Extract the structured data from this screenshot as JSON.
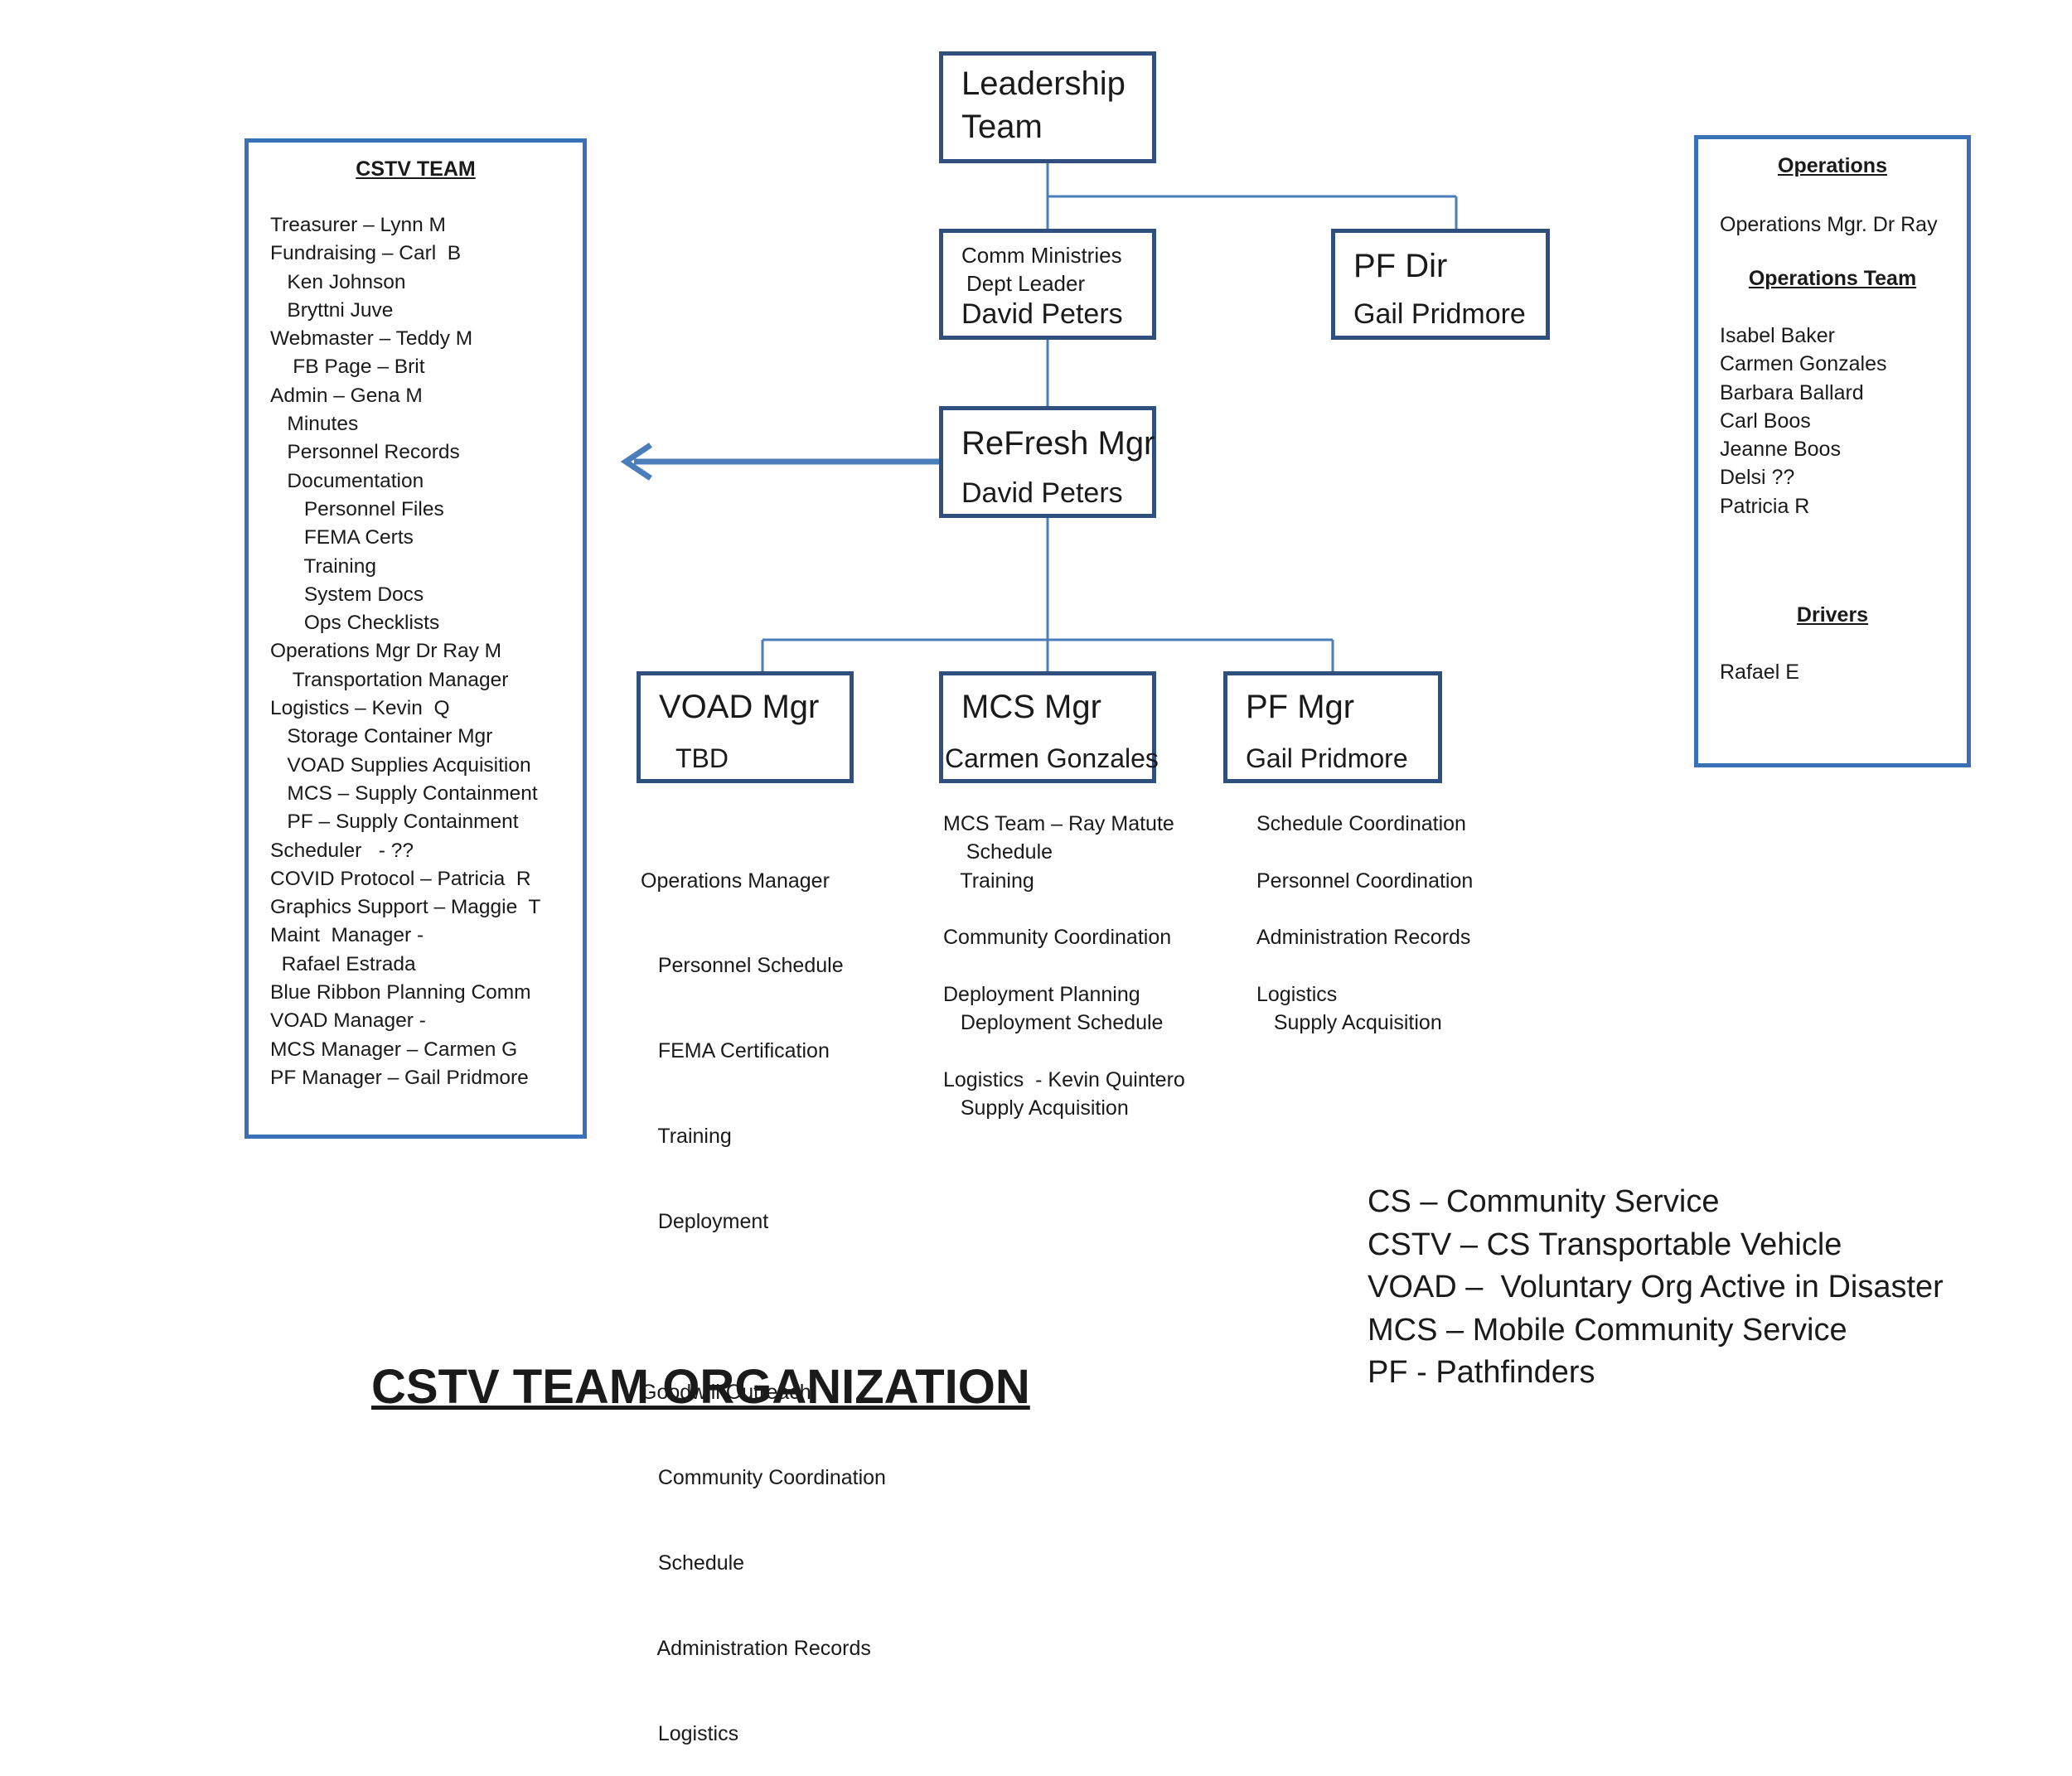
{
  "leadership": {
    "line1": "Leadership",
    "line2": "Team"
  },
  "comm": {
    "line1": "Comm Ministries",
    "line2": "Dept Leader",
    "name": "David Peters"
  },
  "pfdir": {
    "title": "PF Dir",
    "name": "Gail Pridmore"
  },
  "refresh": {
    "title": "ReFresh Mgr",
    "name": "David Peters"
  },
  "voad": {
    "title": "VOAD Mgr",
    "name": "TBD",
    "items": [
      "Operations Manager",
      "   Personnel Schedule",
      "   FEMA Certification",
      "   Training",
      "   Deployment",
      "",
      "Goodwill Outreach",
      "   Community Coordination",
      "   Schedule",
      "   Administration Records",
      "   Logistics"
    ]
  },
  "mcs": {
    "title": "MCS Mgr",
    "name": "Carmen Gonzales",
    "items": [
      "MCS Team – Ray Matute",
      "    Schedule",
      "   Training",
      "",
      "Community Coordination",
      "",
      "Deployment Planning",
      "   Deployment Schedule",
      "",
      "Logistics  - Kevin Quintero",
      "   Supply Acquisition"
    ]
  },
  "pf": {
    "title": "PF Mgr",
    "name": "Gail Pridmore",
    "items": [
      "Schedule Coordination",
      "",
      "Personnel Coordination",
      "",
      "Administration Records",
      "",
      "Logistics",
      "   Supply Acquisition"
    ]
  },
  "cstv": {
    "heading": "CSTV TEAM",
    "items": [
      "Treasurer – Lynn M",
      "Fundraising – Carl  B",
      "   Ken Johnson",
      "   Bryttni Juve",
      "Webmaster – Teddy M",
      "    FB Page – Brit",
      "Admin – Gena M",
      "   Minutes",
      "   Personnel Records",
      "   Documentation",
      "      Personnel Files",
      "      FEMA Certs",
      "      Training",
      "      System Docs",
      "      Ops Checklists",
      "Operations Mgr Dr Ray M",
      "    Transportation Manager",
      "Logistics – Kevin  Q",
      "   Storage Container Mgr",
      "   VOAD Supplies Acquisition",
      "   MCS – Supply Containment",
      "   PF – Supply Containment",
      "Scheduler   - ??",
      "COVID Protocol – Patricia  R",
      "Graphics Support – Maggie  T",
      "Maint  Manager -",
      "  Rafael Estrada",
      "Blue Ribbon Planning Comm",
      "VOAD Manager -",
      "MCS Manager – Carmen G",
      "PF Manager – Gail Pridmore"
    ]
  },
  "operations": {
    "heading": "Operations",
    "mgr": "Operations Mgr. Dr Ray",
    "team_heading": "Operations Team",
    "team": [
      "Isabel Baker",
      "Carmen Gonzales",
      "Barbara Ballard",
      "Carl Boos",
      "Jeanne Boos",
      "Delsi ??",
      "Patricia R"
    ],
    "drivers_heading": "Drivers",
    "drivers": [
      "Rafael E"
    ]
  },
  "legend": [
    "CS – Community Service",
    "CSTV – CS Transportable Vehicle",
    "VOAD –  Voluntary Org Active in Disaster",
    "MCS – Mobile Community Service",
    "PF - Pathfinders"
  ],
  "title": "CSTV TEAM ORGANIZATION"
}
